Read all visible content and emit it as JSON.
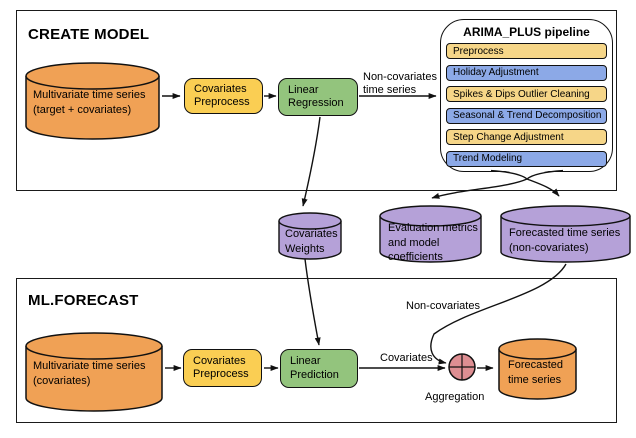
{
  "create_model": {
    "title": "CREATE MODEL",
    "source_cylinder": "Multivariate time series\n(target + covariates)",
    "covariates_preprocess": "Covariates\nPreprocess",
    "linear_regression": "Linear\nRegression",
    "arrow_label": "Non-covariates\ntime series"
  },
  "pipeline": {
    "title": "ARIMA_PLUS pipeline",
    "steps": [
      {
        "label": "Preprocess",
        "variant": "yellow"
      },
      {
        "label": "Holiday Adjustment",
        "variant": "blue"
      },
      {
        "label": "Spikes & Dips Outlier Cleaning",
        "variant": "yellow"
      },
      {
        "label": "Seasonal & Trend Decomposition",
        "variant": "blue"
      },
      {
        "label": "Step Change Adjustment",
        "variant": "yellow"
      },
      {
        "label": "Trend Modeling",
        "variant": "blue"
      }
    ]
  },
  "artifacts": {
    "covariates_weights": "Covariates\nWeights",
    "evaluation_metrics": "Evaluation metrics\nand model\ncoefficients",
    "forecasted_noncovariates": "Forecasted time series\n(non-covariates)"
  },
  "ml_forecast": {
    "title": "ML.FORECAST",
    "source_cylinder": "Multivariate time series\n(covariates)",
    "covariates_preprocess": "Covariates\nPreprocess",
    "linear_prediction": "Linear\nPrediction",
    "covariates_label": "Covariates",
    "noncovariates_label": "Non-covariates",
    "aggregation_label": "Aggregation",
    "output_cylinder": "Forecasted\ntime series"
  },
  "colors": {
    "orange": "#F0A155",
    "purple": "#B5A1D8",
    "yellow_box": "#FACE53",
    "yellow_step": "#F6D688",
    "blue_step": "#8CA9E7",
    "green": "#93C47D",
    "pink_aggregation": "#DE8E92"
  }
}
